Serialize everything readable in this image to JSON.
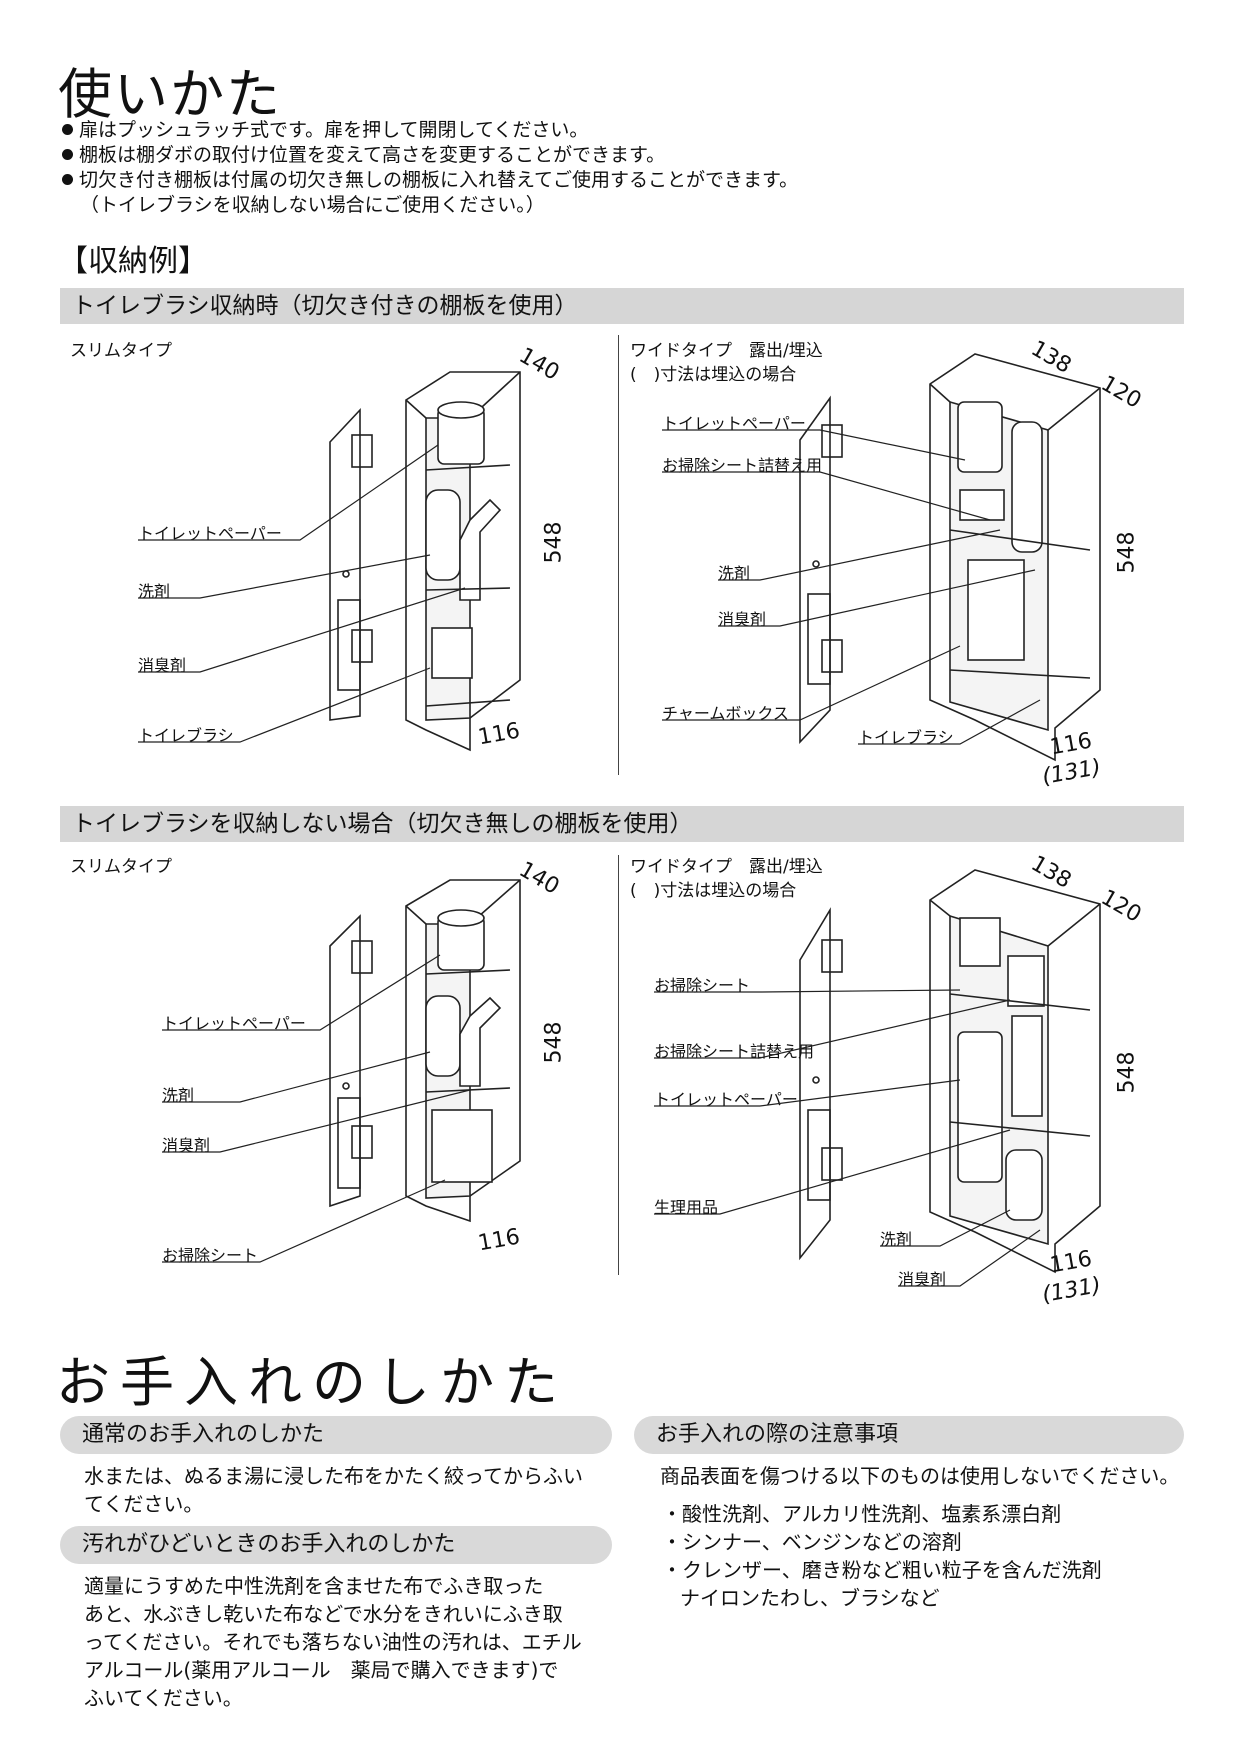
{
  "usage": {
    "title": "使いかた",
    "bullets": [
      "扉はプッシュラッチ式です。扉を押して開閉してください。",
      "棚板は棚ダボの取付け位置を変えて高さを変更することができます。",
      "切欠き付き棚板は付属の切欠き無しの棚板に入れ替えてご使用することができます。"
    ],
    "bullet_note": "（トイレブラシを収納しない場合にご使用ください。）",
    "examples_heading": "【収納例】"
  },
  "section1": {
    "bar": "トイレブラシ収納時（切欠き付きの棚板を使用）",
    "slim": {
      "type": "スリムタイプ",
      "labels": [
        "トイレットペーパー",
        "洗剤",
        "消臭剤",
        "トイレブラシ"
      ],
      "dims": {
        "depth": "140",
        "height": "548",
        "width": "116"
      }
    },
    "wide": {
      "type": "ワイドタイプ　露出/埋込",
      "note": "(　)寸法は埋込の場合",
      "labels": [
        "トイレットペーパー",
        "お掃除シート詰替え用",
        "洗剤",
        "消臭剤",
        "チャームボックス",
        "トイレブラシ"
      ],
      "dims": {
        "depth_a": "138",
        "depth_b": "120",
        "height": "548",
        "width": "116",
        "width_embed": "(131)"
      }
    }
  },
  "section2": {
    "bar": "トイレブラシを収納しない場合（切欠き無しの棚板を使用）",
    "slim": {
      "type": "スリムタイプ",
      "labels": [
        "トイレットペーパー",
        "洗剤",
        "消臭剤",
        "お掃除シート"
      ],
      "dims": {
        "depth": "140",
        "height": "548",
        "width": "116"
      }
    },
    "wide": {
      "type": "ワイドタイプ　露出/埋込",
      "note": "(　)寸法は埋込の場合",
      "labels": [
        "お掃除シート",
        "お掃除シート詰替え用",
        "トイレットペーパー",
        "生理用品",
        "洗剤",
        "消臭剤"
      ],
      "dims": {
        "depth_a": "138",
        "depth_b": "120",
        "height": "548",
        "width": "116",
        "width_embed": "(131)"
      }
    }
  },
  "care": {
    "title": "お手入れのしかた",
    "normal_heading": "通常のお手入れのしかた",
    "normal_text": [
      "水または、ぬるま湯に浸した布をかたく絞ってからふい",
      "てください。"
    ],
    "heavy_heading": "汚れがひどいときのお手入れのしかた",
    "heavy_text": [
      "適量にうすめた中性洗剤を含ませた布でふき取った",
      "あと、水ぶきし乾いた布などで水分をきれいにふき取",
      "ってください。それでも落ちない油性の汚れは、エチル",
      "アルコール(薬用アルコール　薬局で購入できます)で",
      "ふいてください。"
    ],
    "caution_heading": "お手入れの際の注意事項",
    "caution_intro": "商品表面を傷つける以下のものは使用しないでください。",
    "caution_items": [
      "・酸性洗剤、アルカリ性洗剤、塩素系漂白剤",
      "・シンナー、ベンジンなどの溶剤",
      "・クレンザー、磨き粉など粗い粒子を含んだ洗剤"
    ],
    "caution_cont": "ナイロンたわし、ブラシなど"
  }
}
